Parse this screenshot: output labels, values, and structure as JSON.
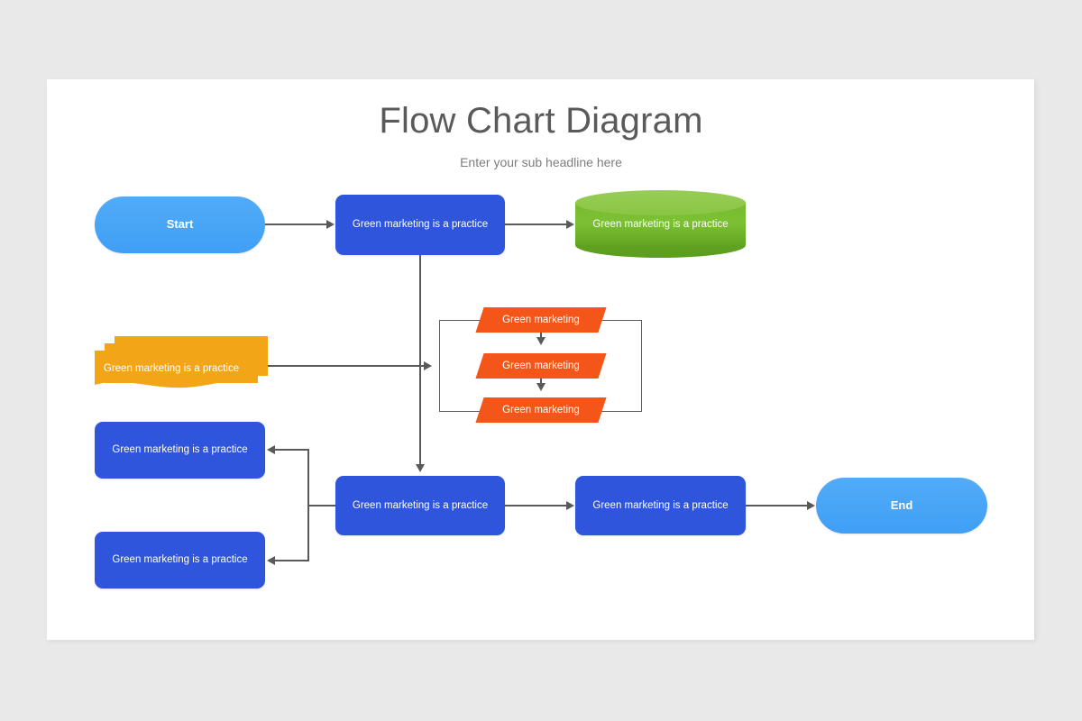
{
  "slide": {
    "title": "Flow Chart Diagram",
    "subtitle": "Enter your sub headline here",
    "background_color": "#e9e9ea",
    "canvas_color": "#ffffff"
  },
  "palette": {
    "light_blue": "#4da6f7",
    "royal_blue": "#2f55dd",
    "green": "#7cc134",
    "green_top": "#8ac544",
    "amber": "#f2a516",
    "orange_red": "#f4561a",
    "connector": "#59595b",
    "title_text": "#5a5a5a",
    "subtitle_text": "#7d7d7d"
  },
  "nodes": {
    "start": {
      "label": "Start",
      "shape": "terminator-pill",
      "color": "#4da6f7"
    },
    "process_top": {
      "label": "Green marketing is a practice",
      "shape": "process",
      "color": "#2f55dd"
    },
    "database": {
      "label": "Green marketing is a practice",
      "shape": "cylinder",
      "color": "#7cc134"
    },
    "multidoc": {
      "label": "Green marketing is a practice",
      "shape": "multi-document",
      "color": "#f2a516"
    },
    "loop_items": [
      {
        "label": "Green marketing",
        "shape": "parallelogram",
        "color": "#f4561a"
      },
      {
        "label": "Green marketing",
        "shape": "parallelogram",
        "color": "#f4561a"
      },
      {
        "label": "Green marketing",
        "shape": "parallelogram",
        "color": "#f4561a"
      }
    ],
    "branch_top": {
      "label": "Green marketing is a practice",
      "shape": "process",
      "color": "#2f55dd"
    },
    "branch_bottom": {
      "label": "Green marketing is a practice",
      "shape": "process",
      "color": "#2f55dd"
    },
    "process_bottom_1": {
      "label": "Green marketing is a practice",
      "shape": "process",
      "color": "#2f55dd"
    },
    "process_bottom_2": {
      "label": "Green marketing is a practice",
      "shape": "process",
      "color": "#2f55dd"
    },
    "end": {
      "label": "End",
      "shape": "terminator-pill",
      "color": "#4da6f7"
    }
  }
}
